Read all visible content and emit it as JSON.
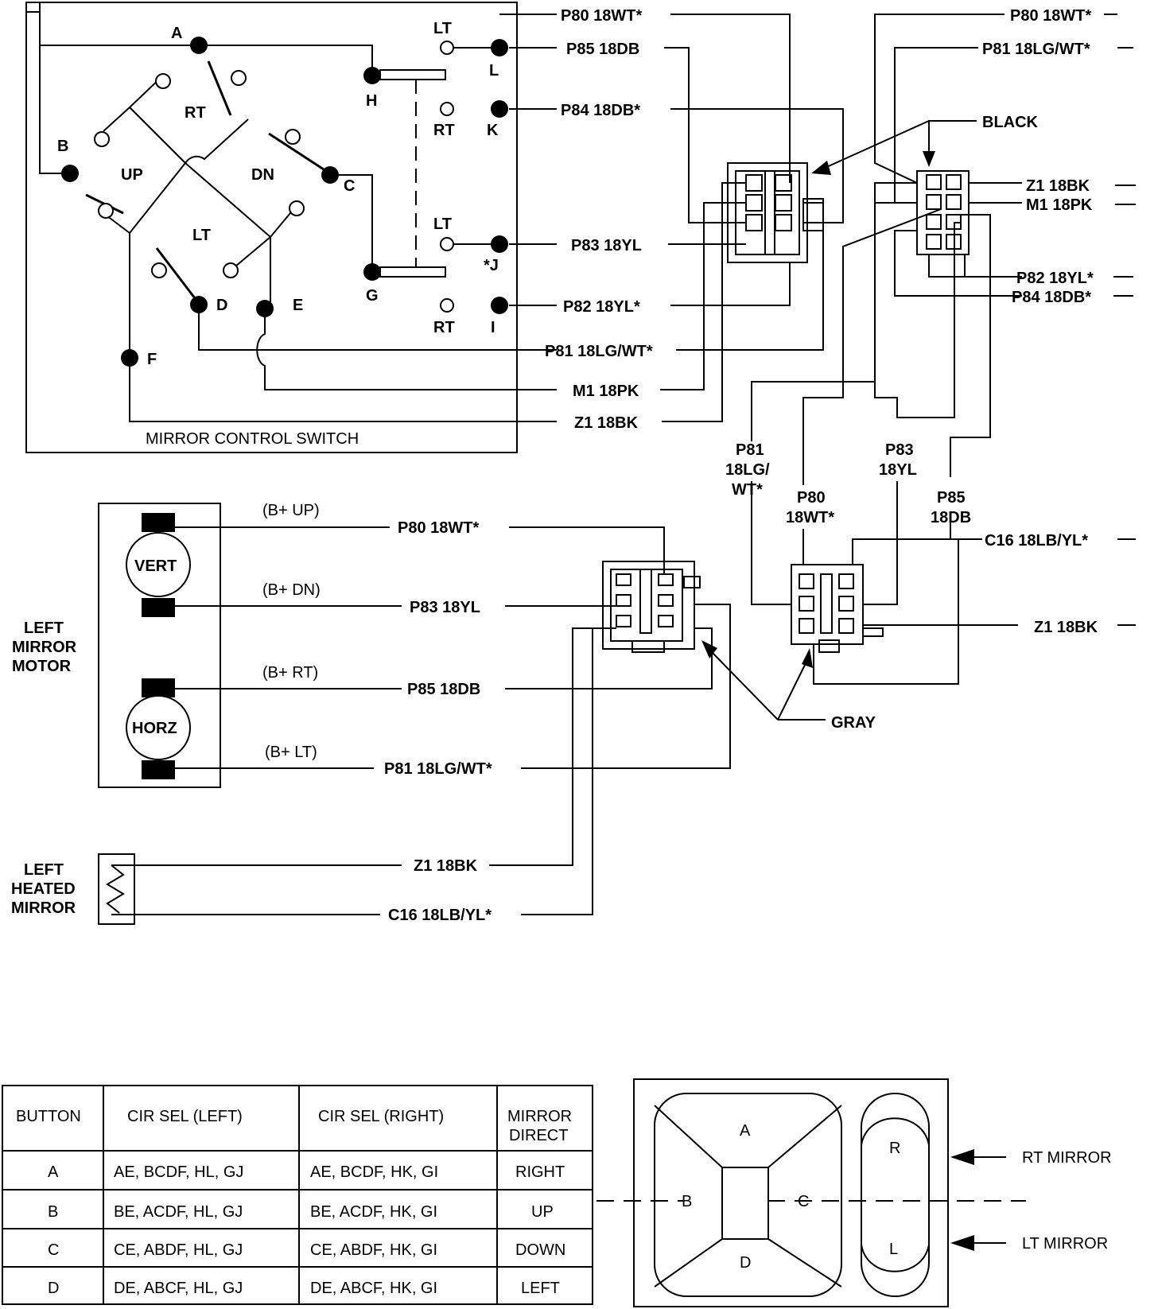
{
  "switch_box": {
    "title": "MIRROR CONTROL SWITCH",
    "terminals": {
      "A": "A",
      "B": "B",
      "C": "C",
      "D": "D",
      "E": "E",
      "F": "F",
      "G": "G",
      "H": "H",
      "I": "I",
      "J": "*J",
      "K": "K",
      "L": "L"
    },
    "sections": {
      "rt": "RT",
      "up": "UP",
      "dn": "DN",
      "lt": "LT"
    },
    "side_labels": {
      "lt_top": "LT",
      "rt_top": "RT",
      "lt_bottom": "LT",
      "rt_bottom": "RT"
    }
  },
  "switch_wires": [
    "P80 18WT*",
    "P85 18DB",
    "P84 18DB*",
    "P83 18YL",
    "P82 18YL*",
    "P81 18LG/WT*",
    "M1 18PK",
    "Z1 18BK"
  ],
  "right_connector_wires": [
    "P80 18WT*",
    "P81 18LG/WT*",
    "Z1 18BK",
    "M1 18PK",
    "P82 18YL*",
    "P84 18DB*"
  ],
  "black_label": "BLACK",
  "vertical_wires": {
    "p81": [
      "P81",
      "18LG/",
      "WT*"
    ],
    "p80": [
      "P80",
      "18WT*"
    ],
    "p83": [
      "P83",
      "18YL"
    ],
    "p85": [
      "P85",
      "18DB"
    ]
  },
  "gray_connector_wires": [
    "C16 18LB/YL*",
    "Z1 18BK"
  ],
  "gray_label": "GRAY",
  "motor": {
    "label": [
      "LEFT",
      "MIRROR",
      "MOTOR"
    ],
    "vert": "VERT",
    "horz": "HORZ",
    "signals": [
      "(B+ UP)",
      "(B+ DN)",
      "(B+ RT)",
      "(B+ LT)"
    ],
    "wires": [
      "P80 18WT*",
      "P83 18YL",
      "P85 18DB",
      "P81 18LG/WT*"
    ]
  },
  "heated": {
    "label": [
      "LEFT",
      "HEATED",
      "MIRROR"
    ],
    "wires": [
      "Z1 18BK",
      "C16 18LB/YL*"
    ]
  },
  "table": {
    "headers": [
      "BUTTON",
      "CIR SEL (LEFT)",
      "CIR SEL (RIGHT)",
      "MIRROR DIRECT"
    ],
    "header_last_lines": [
      "MIRROR",
      "DIRECT"
    ],
    "rows": [
      [
        "A",
        "AE, BCDF, HL, GJ",
        "AE, BCDF, HK, GI",
        "RIGHT"
      ],
      [
        "B",
        "BE, ACDF, HL, GJ",
        "BE, ACDF, HK, GI",
        "UP"
      ],
      [
        "C",
        "CE, ABDF, HL, GJ",
        "CE, ABDF, HK, GI",
        "DOWN"
      ],
      [
        "D",
        "DE, ABCF, HL, GJ",
        "DE, ABCF, HK, GI",
        "LEFT"
      ]
    ]
  },
  "pad": {
    "a": "A",
    "b": "B",
    "c": "C",
    "d": "D",
    "r": "R",
    "l": "L",
    "rt_mirror": "RT MIRROR",
    "lt_mirror": "LT MIRROR"
  }
}
